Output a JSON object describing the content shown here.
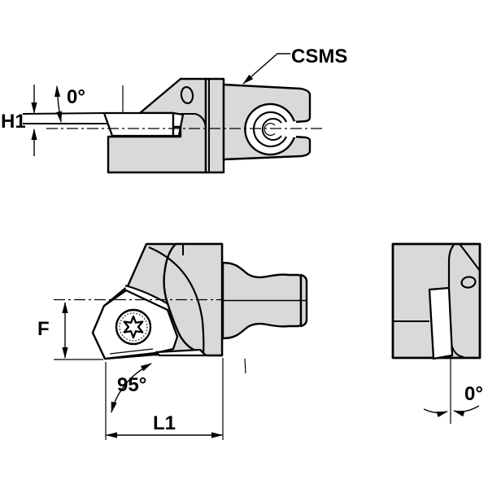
{
  "drawing": {
    "colors": {
      "part_fill": "#d9d9d9",
      "line": "#000000",
      "background": "#ffffff"
    },
    "side_view": {
      "coupling_label": "CSMS",
      "rake_angle": "0°",
      "height_label": "H1"
    },
    "front_view": {
      "height_label": "F",
      "entering_angle": "95°",
      "length_label": "L1"
    },
    "end_view": {
      "inclination_angle": "0°"
    }
  }
}
